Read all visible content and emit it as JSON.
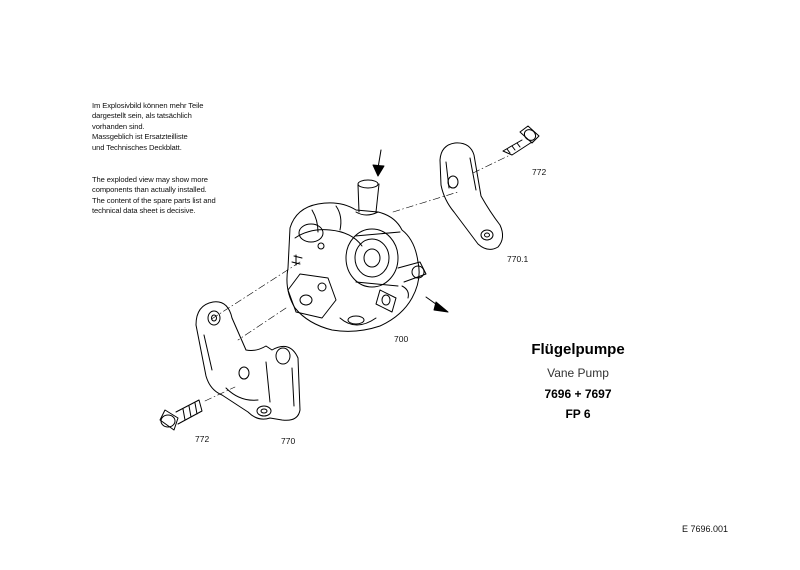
{
  "notes": {
    "german": "Im Explosivbild können mehr Teile\ndargestellt sein, als tatsächlich\nvorhanden sind.\nMassgeblich ist Ersatzteilliste\nund Technisches Deckblatt.",
    "english": "The exploded view may show more\ncomponents than actually installed.\nThe content of the spare parts list and\ntechnical data sheet is decisive."
  },
  "parts": {
    "bolt_top": "772",
    "bracket_top": "770.1",
    "pump": "700",
    "bolt_bottom": "772",
    "bracket_bottom": "770"
  },
  "title_block": {
    "title": "Flügelpumpe",
    "subtitle": "Vane Pump",
    "models": "7696 + 7697",
    "code": "FP 6"
  },
  "drawing_id": "E 7696.001"
}
